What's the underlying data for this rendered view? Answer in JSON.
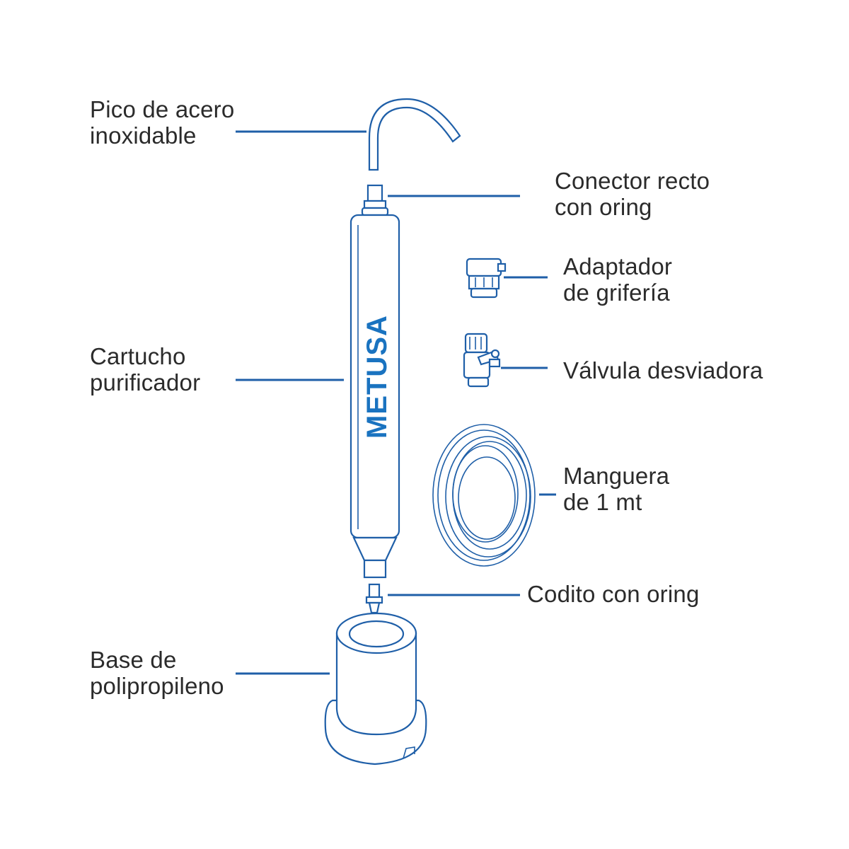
{
  "brand": "METUSA",
  "colors": {
    "outline": "#1f5fa8",
    "leader": "#1f5fa8",
    "brand": "#1a73c0",
    "text": "#2b2b2b"
  },
  "labels": {
    "spout": [
      "Pico de acero",
      "inoxidable"
    ],
    "connector": [
      "Conector recto",
      "con oring"
    ],
    "adapter": [
      "Adaptador",
      "de grifería"
    ],
    "cartridge": [
      "Cartucho",
      "purificador"
    ],
    "valve": [
      "Válvula desviadora"
    ],
    "hose": [
      "Manguera",
      "de 1 mt"
    ],
    "elbow": [
      "Codito con oring"
    ],
    "base": [
      "Base de",
      "polipropileno"
    ]
  }
}
